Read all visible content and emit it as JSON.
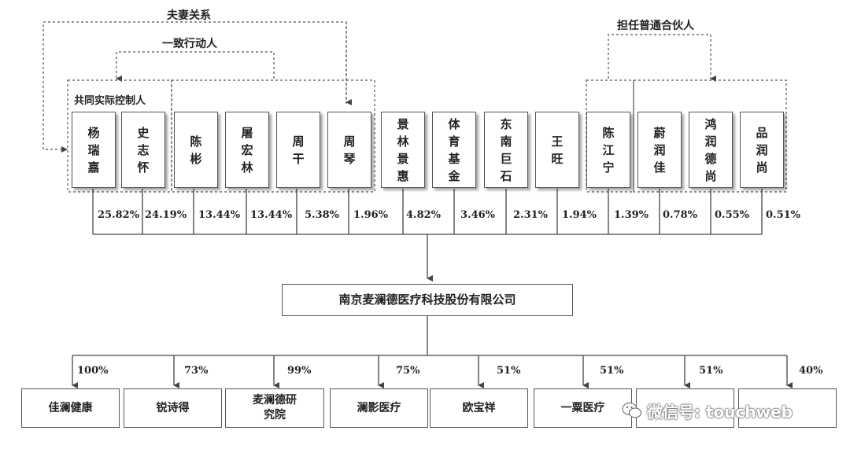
{
  "relations": {
    "spouse": "夫妻关系",
    "concert": "一致行动人",
    "gp": "担任普通合伙人",
    "controllers": "共同实际控制人"
  },
  "shareholders": [
    {
      "name": "杨瑞嘉",
      "pct": "25.82%"
    },
    {
      "name": "史志怀",
      "pct": "24.19%"
    },
    {
      "name": "陈彬",
      "pct": "13.44%"
    },
    {
      "name": "屠宏林",
      "pct": "13.44%"
    },
    {
      "name": "周干",
      "pct": "5.38%"
    },
    {
      "name": "周琴",
      "pct": "1.96%"
    },
    {
      "name": "景林景惠",
      "pct": "4.82%"
    },
    {
      "name": "体育基金",
      "pct": "3.46%"
    },
    {
      "name": "东南巨石",
      "pct": "2.31%"
    },
    {
      "name": "王旺",
      "pct": "1.94%"
    },
    {
      "name": "陈江宁",
      "pct": "1.39%"
    },
    {
      "name": "蔚润佳",
      "pct": "0.78%"
    },
    {
      "name": "鸿润德尚",
      "pct": "0.55%"
    },
    {
      "name": "品润尚",
      "pct": "0.51%"
    }
  ],
  "company": "南京麦澜德医疗科技股份有限公司",
  "subsidiaries": [
    {
      "name": "佳澜健康",
      "pct": "100%"
    },
    {
      "name": "锐诗得",
      "pct": "73%"
    },
    {
      "name": "麦澜德研究院",
      "pct": "99%"
    },
    {
      "name": "澜影医疗",
      "pct": "75%"
    },
    {
      "name": "欧宝祥",
      "pct": "51%"
    },
    {
      "name": "一粟医疗",
      "pct": "51%"
    },
    {
      "name": "",
      "pct": "51%"
    },
    {
      "name": "",
      "pct": "40%"
    }
  ],
  "watermark": "微信号: touchweb",
  "colors": {
    "line": "#444444",
    "dash": "#555555",
    "box": "#555555"
  }
}
